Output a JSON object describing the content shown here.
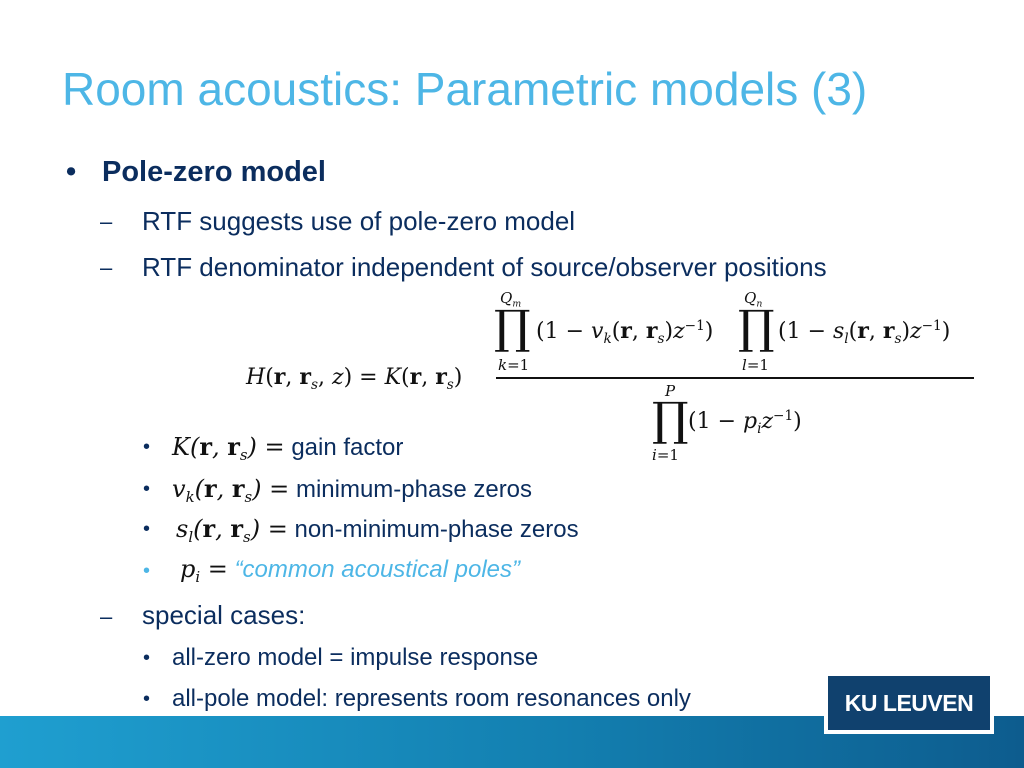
{
  "slide": {
    "title": "Room acoustics: Parametric models (3)",
    "bullet_symbol": "•",
    "dash_symbol": "–",
    "section": "Pole-zero model",
    "items": [
      "RTF suggests use of pole-zero model",
      "RTF denominator independent of source/observer positions"
    ],
    "equation": {
      "lhs": "H(r, rs, z) = K(r, rs)",
      "numerator_prod1": {
        "upper": "Qm",
        "lower": "k=1",
        "factor": "(1 − vk(r, rs)z−1)"
      },
      "numerator_prod2": {
        "upper": "Qn",
        "lower": "l=1",
        "factor": "(1 − sl(r, rs)z−1)"
      },
      "denominator_prod": {
        "upper": "P",
        "lower": "i=1",
        "factor": "(1 − piz−1)"
      }
    },
    "definitions": [
      {
        "symbol": "K(r, rs) =",
        "text": "gain factor"
      },
      {
        "symbol": "vk(r, rs) =",
        "text": "minimum-phase zeros"
      },
      {
        "symbol": "sl(r, rs) =",
        "text": "non-minimum-phase zeros"
      },
      {
        "symbol": "pi =",
        "text": "“common acoustical poles”"
      }
    ],
    "special_cases_label": "special cases:",
    "special_cases": [
      "all-zero model = impulse response",
      "all-pole model: represents room resonances only"
    ]
  },
  "logo": {
    "text": "KU LEUVEN"
  },
  "colors": {
    "title": "#4db6e6",
    "text": "#0b2d5e",
    "accent": "#4db6e6",
    "footer": "#137fb0",
    "logo_bg": "#10416e"
  }
}
